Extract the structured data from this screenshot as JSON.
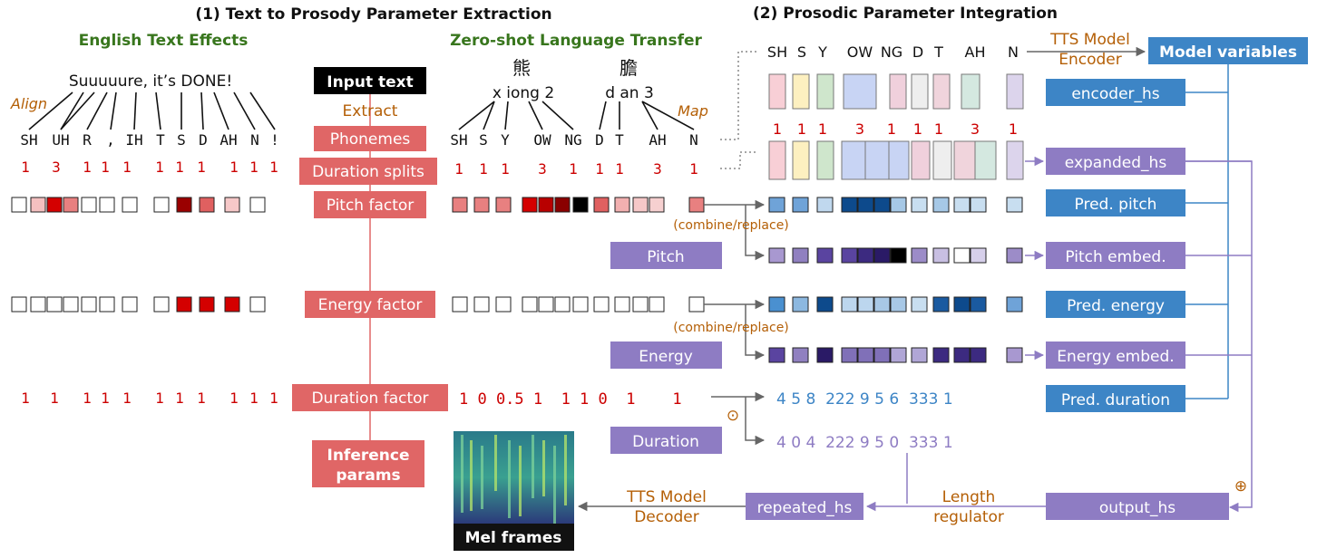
{
  "titles": {
    "left": "(1) Text to Prosody Parameter Extraction",
    "right": "(2) Prosodic Parameter Integration"
  },
  "english": {
    "heading": "English Text Effects",
    "sentence": "Suuuuure, it’s DONE!",
    "align_label": "Align",
    "phonemes": [
      "SH",
      "UH",
      "R",
      ",",
      "IH",
      "T",
      "S",
      "D",
      "AH",
      "N",
      "!"
    ],
    "durations": [
      "1",
      "3",
      "1",
      "1",
      "1",
      "1",
      "1",
      "1",
      "1",
      "1",
      "1"
    ],
    "pitch_colors": [
      "#ffffff",
      "#f4c0c0",
      "#d40000",
      "#e88080",
      "#ffffff",
      "#ffffff",
      "#ffffff",
      "#ffffff",
      "#9a0000",
      "#e06060",
      "#f6c8c8",
      "#ffffff"
    ],
    "energy_colors": [
      "#ffffff",
      "#ffffff",
      "#ffffff",
      "#ffffff",
      "#ffffff",
      "#ffffff",
      "#ffffff",
      "#ffffff",
      "#d40000",
      "#d40000",
      "#d40000",
      "#ffffff"
    ],
    "duration_factors": [
      "1",
      "1",
      "1",
      "1",
      "1",
      "1",
      "1",
      "1",
      "1",
      "1",
      "1"
    ]
  },
  "zeroshot": {
    "heading": "Zero-shot Language Transfer",
    "char1": "熊",
    "pinyin1": "x iong 2",
    "char2": "膽",
    "pinyin2": "d an 3",
    "map_label": "Map",
    "phonemes": [
      "SH",
      "S",
      "Y",
      "OW",
      "NG",
      "D",
      "T",
      "AH",
      "N"
    ],
    "durations": [
      "1",
      "1",
      "1",
      "3",
      "1",
      "1",
      "1",
      "3",
      "1"
    ],
    "pitch_colors": [
      "#e88080",
      "#e88080",
      "#e88080",
      "#d40000",
      "#b80000",
      "#8a0000",
      "#000000",
      "#e06060",
      "#f2b0b0",
      "#f6c8c8",
      "#f6d0d0",
      "#e88080"
    ],
    "energy_colors": [
      "#ffffff",
      "#ffffff",
      "#ffffff",
      "#ffffff",
      "#ffffff",
      "#ffffff",
      "#ffffff",
      "#ffffff",
      "#ffffff",
      "#ffffff",
      "#ffffff",
      "#ffffff"
    ],
    "duration_factors": "1 0 0.5 1  1 1 0  1    1"
  },
  "center": {
    "input_text": "Input text",
    "extract": "Extract",
    "phonemes": "Phonemes",
    "duration_splits": "Duration splits",
    "pitch_factor": "Pitch factor",
    "energy_factor": "Energy factor",
    "duration_factor": "Duration factor",
    "inference_params": "Inference params",
    "mel_frames": "Mel frames"
  },
  "integration": {
    "phonemes": [
      "SH",
      "S",
      "Y",
      "OW",
      "NG",
      "D",
      "T",
      "AH",
      "N"
    ],
    "durations": [
      "1",
      "1",
      "1",
      "3",
      "1",
      "1",
      "1",
      "3",
      "1"
    ],
    "encoder_colors": [
      "#f8cfd6",
      "#fdf0c0",
      "#cfe6cc",
      "#c8d4f4",
      "#f0d0dc",
      "#eeeeee",
      "#f0d4dc",
      "#d4e8e0",
      "#dcd4ec"
    ],
    "pred_pitch_colors": [
      "#6fa3d8",
      "#6fa3d8",
      "#c0d8ee",
      "#0d4a8c",
      "#0d4a8c",
      "#0d4a8c",
      "#a6c8e6",
      "#c8def0",
      "#a6c8e6",
      "#c8def0",
      "#c8def0",
      "#c8def0"
    ],
    "pitch_embed_colors": [
      "#a898d0",
      "#9080c0",
      "#5a44a0",
      "#5a44a0",
      "#3c2a80",
      "#2a1a66",
      "#000000",
      "#9c8cc8",
      "#c8bfe2",
      "#ffffff",
      "#d6cfea",
      "#9c8cc8"
    ],
    "pred_energy_colors": [
      "#4a90d0",
      "#8cb8e0",
      "#0d4a8c",
      "#bcd6ee",
      "#bcd6ee",
      "#a8c8e6",
      "#a8c8e6",
      "#c8def0",
      "#1a5aa0",
      "#0d4a8c",
      "#1a5aa0",
      "#6fa3d8"
    ],
    "energy_embed_colors": [
      "#5a44a0",
      "#9080c0",
      "#2a1a66",
      "#8070b8",
      "#8070b8",
      "#8070b8",
      "#b0a6d6",
      "#b0a6d6",
      "#3c2a80",
      "#3c2a80",
      "#3c2a80",
      "#a898d0"
    ],
    "pred_duration": "4 5 8  222 9 5 6  333 1",
    "final_duration": "4 0 4  222 9 5 0  333 1",
    "combine_replace": "(combine/replace)",
    "pitch_label": "Pitch",
    "energy_label": "Energy",
    "duration_label": "Duration",
    "tts_encoder": [
      "TTS Model",
      "Encoder"
    ],
    "tts_decoder": [
      "TTS Model",
      "Decoder"
    ],
    "length_regulator": [
      "Length",
      "regulator"
    ],
    "odot": "⊙",
    "oplus": "⊕"
  },
  "model_vars": {
    "title": "Model variables",
    "items": [
      "encoder_hs",
      "expanded_hs",
      "Pred. pitch",
      "Pitch embed.",
      "Pred. energy",
      "Energy embed.",
      "Pred. duration"
    ],
    "output_hs": "output_hs",
    "repeated_hs": "repeated_hs"
  },
  "colors": {
    "salmon": "#e06666",
    "blue": "#3d85c6",
    "purple": "#8e7cc3",
    "green": "#38761d",
    "orange": "#b45f06",
    "red": "#cc0000"
  }
}
